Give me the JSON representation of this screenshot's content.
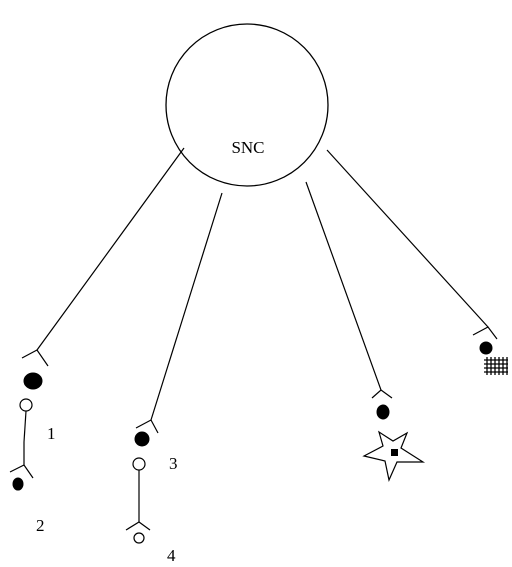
{
  "center": {
    "label": "SNC"
  },
  "labels": {
    "l1": "1",
    "l2": "2",
    "l3": "3",
    "l4": "4"
  },
  "colors": {
    "ink": "#000000",
    "background": "#ffffff"
  }
}
